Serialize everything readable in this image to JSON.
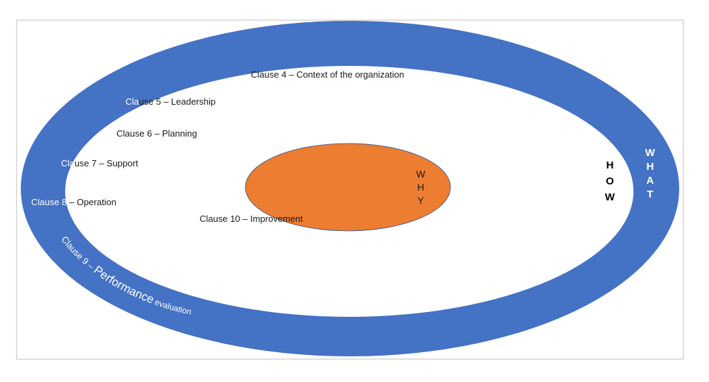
{
  "colors": {
    "outer_ring": "#4472C4",
    "inner_white": "#FFFFFF",
    "core": "#ED7D31",
    "frame": "#BFBFBF"
  },
  "labels": {
    "clause4": "Clause 4 – Context of the organization",
    "clause5_prefix": "Cla",
    "clause5_rest": "use 5 – Leadership",
    "clause6": "Clause 6 – Planning",
    "clause7_prefix": "Cla",
    "clause7_rest": "use 7 – Support",
    "clause8_prefix": "Clause 8",
    "clause8_rest": " – Operation",
    "clause9_a": "Clause 9 – ",
    "clause9_b": "Performance",
    "clause9_c": " evaluation",
    "clause10": "Clause 10 – Improvement"
  },
  "why_letters": [
    "W",
    "H",
    "Y"
  ],
  "how_letters": [
    "H",
    "O",
    "W"
  ],
  "what_letters": [
    "W",
    "H",
    "A",
    "T"
  ]
}
